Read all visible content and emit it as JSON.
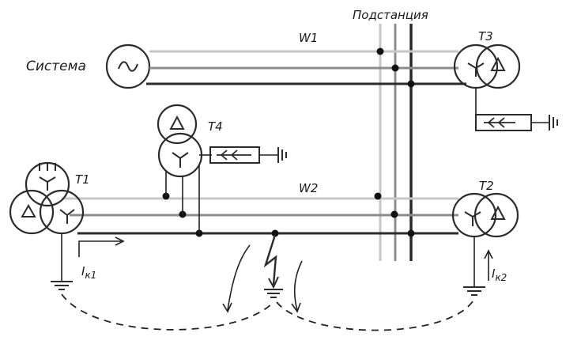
{
  "labels": {
    "substation": "Подстанция",
    "system": "Система",
    "line_w1": "W1",
    "line_w2": "W2",
    "transformer_t1": "T1",
    "transformer_t2": "T2",
    "transformer_t3": "T3",
    "transformer_t4": "T4",
    "current_k1_main": "I",
    "current_k1_sub": "к1",
    "current_k2_main": "I",
    "current_k2_sub": "к2"
  },
  "symbols": {
    "generator": "~",
    "delta": "Δ",
    "star": "Y"
  },
  "colors": {
    "dark_line": "#2b2b2b",
    "mid_line": "#8c8c8c",
    "light_line": "#c6c6c6"
  }
}
